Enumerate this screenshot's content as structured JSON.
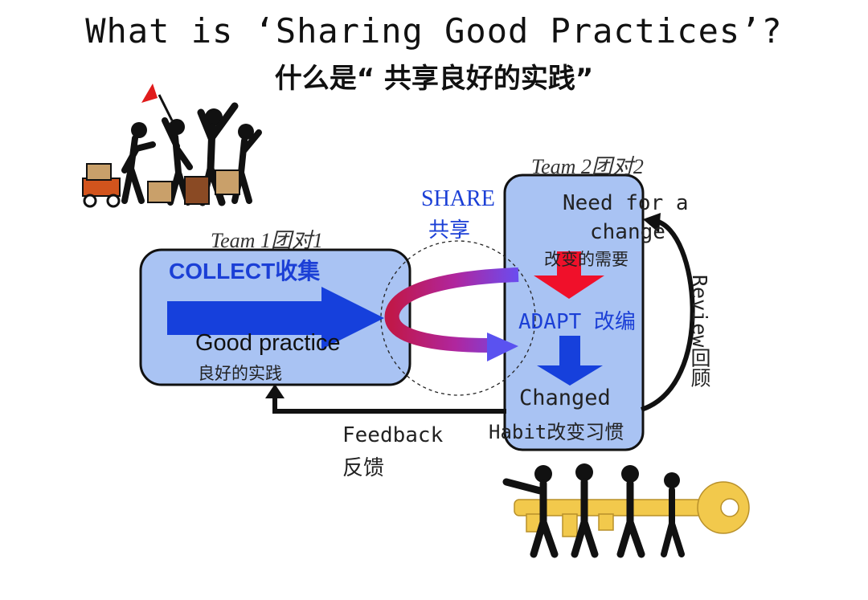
{
  "title": {
    "english": "What is ‘Sharing Good Practices’?",
    "chinese": "什么是“ 共享良好的实践”"
  },
  "team1": {
    "label": "Team 1团对1",
    "collect": "COLLECT收集",
    "good_practice": "Good practice",
    "good_practice_zh": "良好的实践"
  },
  "share": {
    "label": "SHARE",
    "label_zh": "共享"
  },
  "team2": {
    "label": "Team 2团对2",
    "need_line1": "Need for a",
    "need_line2": "change",
    "need_zh": "改变的需要",
    "adapt": "ADAPT 改编",
    "changed": "Changed",
    "habit": "Habit改变习惯"
  },
  "review": "Review回顾",
  "feedback": {
    "line1": "Feedback",
    "line2": "反馈"
  },
  "colors": {
    "box_fill": "#a9c3f3",
    "blue_arrow": "#1640dc",
    "red_arrow": "#f0102a",
    "label_blue": "#1b3fd6"
  },
  "icons": {
    "top_left": "people-with-luggage-illustration",
    "bottom_right": "people-carrying-key-illustration"
  }
}
